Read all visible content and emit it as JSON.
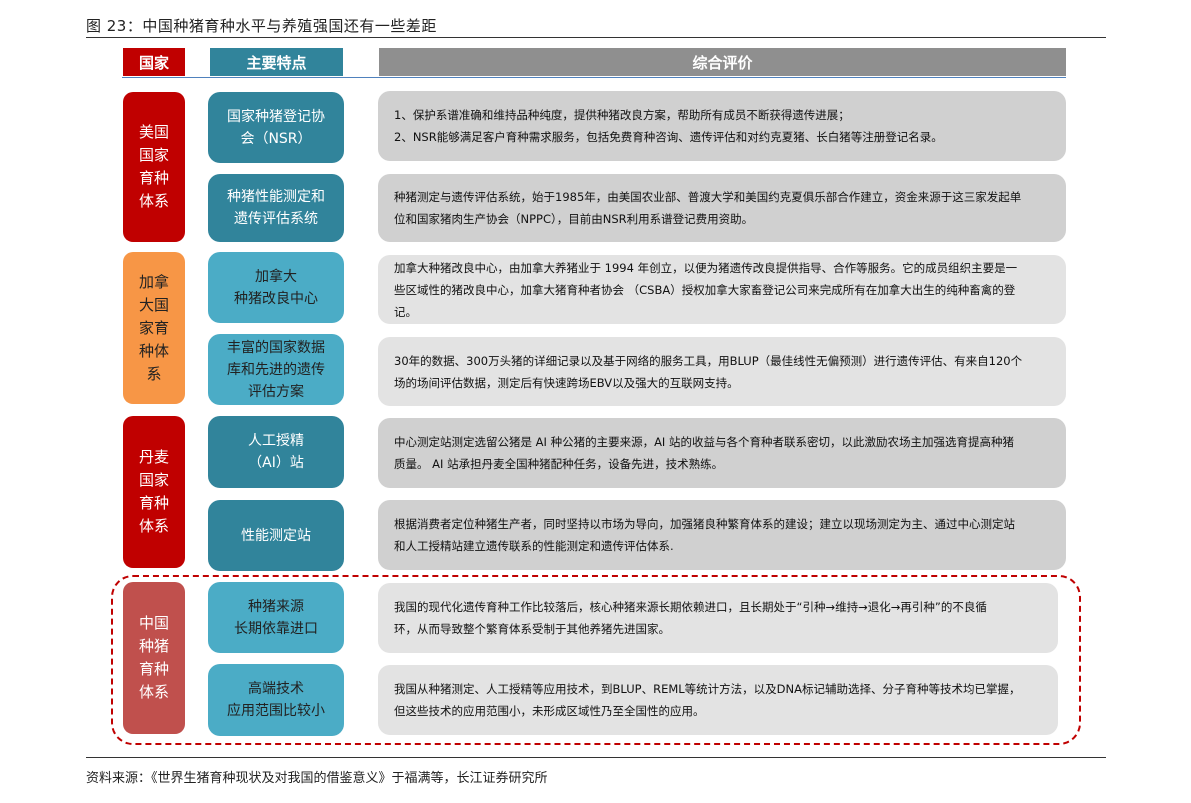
{
  "figure": {
    "title": "图 23：中国种猪育种水平与养殖强国还有一些差距"
  },
  "table": {
    "headers": {
      "country": "国家",
      "feature": "主要特点",
      "evaluation": "综合评价"
    },
    "colors": {
      "country_header": "#c00000",
      "feature_header": "#31849b",
      "evaluation_header": "#8f8f8f",
      "usa": "#c00000",
      "canada": "#f79646",
      "denmark": "#c00000",
      "china": "#c0504d",
      "feature_dark": "#31849b",
      "feature_light": "#4bacc6",
      "eval_dark": "#d0d0d0",
      "eval_light": "#e3e3e3",
      "highlight_border": "#c00000"
    },
    "groups": [
      {
        "country": "美国国家育种体系",
        "rows": [
          {
            "feature": "国家种猪登记协会（NSR）",
            "evaluation": [
              "1、保护系谱准确和维持品种纯度，提供种猪改良方案，帮助所有成员不断获得遗传进展；",
              "2、NSR能够满足客户育种需求服务，包括免费育种咨询、遗传评估和对约克夏猪、长白猪等注册登记名录。"
            ]
          },
          {
            "feature": "种猪性能测定和遗传评估系统",
            "evaluation": "种猪测定与遗传评估系统，始于1985年，由美国农业部、普渡大学和美国约克夏俱乐部合作建立，资金来源于这三家发起单位和国家猪肉生产协会（NPPC），目前由NSR利用系谱登记费用资助。"
          }
        ]
      },
      {
        "country": "加拿大国家育种体系",
        "rows": [
          {
            "feature": "加拿大种猪改良中心",
            "evaluation": "加拿大种猪改良中心，由加拿大养猪业于 1994 年创立，以便为猪遗传改良提供指导、合作等服务。它的成员组织主要是一些区域性的猪改良中心，加拿大猪育种者协会 （CSBA）授权加拿大家畜登记公司来完成所有在加拿大出生的纯种畜禽的登记。"
          },
          {
            "feature": "丰富的国家数据库和先进的遗传评估方案",
            "evaluation": "30年的数据、300万头猪的详细记录以及基于网络的服务工具，用BLUP（最佳线性无偏预测）进行遗传评估、有来自120个场的场间评估数据，测定后有快速跨场EBV以及强大的互联网支持。"
          }
        ]
      },
      {
        "country": "丹麦国家育种体系",
        "rows": [
          {
            "feature": "人工授精（AI）站",
            "evaluation": "中心测定站测定选留公猪是 AI 种公猪的主要来源，AI 站的收益与各个育种者联系密切，以此激励农场主加强选育提高种猪质量。 AI 站承担丹麦全国种猪配种任务，设备先进，技术熟练。"
          },
          {
            "feature": "性能测定站",
            "evaluation": "根据消费者定位种猪生产者，同时坚持以市场为导向，加强猪良种繁育体系的建设；建立以现场测定为主、通过中心测定站和人工授精站建立遗传联系的性能测定和遗传评估体系."
          }
        ]
      },
      {
        "country": "中国种猪育种体系",
        "rows": [
          {
            "feature": "种猪来源长期依靠进口",
            "evaluation": "我国的现代化遗传育种工作比较落后，核心种猪来源长期依赖进口，且长期处于“引种→维持→退化→再引种”的不良循环，从而导致整个繁育体系受制于其他养猪先进国家。"
          },
          {
            "feature": "高端技术应用范围比较小",
            "evaluation": "我国从种猪测定、人工授精等应用技术，到BLUP、REML等统计方法，以及DNA标记辅助选择、分子育种等技术均已掌握，但这些技术的应用范围小，未形成区域性乃至全国性的应用。"
          }
        ]
      }
    ],
    "country_lines": {
      "usa": [
        "美国",
        "国家",
        "育种",
        "体系"
      ],
      "canada": [
        "加拿",
        "大国",
        "家育",
        "种体",
        "系"
      ],
      "denmark": [
        "丹麦",
        "国家",
        "育种",
        "体系"
      ],
      "china": [
        "中国",
        "种猪",
        "育种",
        "体系"
      ]
    },
    "feature_lines": {
      "usa_1": [
        "国家种猪登记协",
        "会（NSR）"
      ],
      "usa_2": [
        "种猪性能测定和",
        "遗传评估系统"
      ],
      "canada_1": [
        "加拿大",
        "种猪改良中心"
      ],
      "canada_2": [
        "丰富的国家数据",
        "库和先进的遗传",
        "评估方案"
      ],
      "denmark_1": [
        "人工授精",
        "（AI）站"
      ],
      "denmark_2": [
        "性能测定站"
      ],
      "china_1": [
        "种猪来源",
        "长期依靠进口"
      ],
      "china_2": [
        "高端技术",
        "应用范围比较小"
      ]
    },
    "eval_lines": {
      "usa_2": [
        "种猪测定与遗传评估系统，始于1985年，由美国农业部、普渡大学和美国约克夏俱乐部合作建立，资金来源于这三家发起单",
        "位和国家猪肉生产协会（NPPC），目前由NSR利用系谱登记费用资助。"
      ],
      "canada_1": [
        "加拿大种猪改良中心，由加拿大养猪业于 1994 年创立，以便为猪遗传改良提供指导、合作等服务。它的成员组织主要是一",
        "些区域性的猪改良中心，加拿大猪育种者协会 （CSBA）授权加拿大家畜登记公司来完成所有在加拿大出生的纯种畜禽的登",
        "记。"
      ],
      "canada_2": [
        "30年的数据、300万头猪的详细记录以及基于网络的服务工具，用BLUP（最佳线性无偏预测）进行遗传评估、有来自120个",
        "场的场间评估数据，测定后有快速跨场EBV以及强大的互联网支持。"
      ],
      "denmark_1": [
        "中心测定站测定选留公猪是 AI 种公猪的主要来源，AI 站的收益与各个育种者联系密切，以此激励农场主加强选育提高种猪",
        "质量。 AI 站承担丹麦全国种猪配种任务，设备先进，技术熟练。"
      ],
      "denmark_2": [
        "根据消费者定位种猪生产者，同时坚持以市场为导向，加强猪良种繁育体系的建设；建立以现场测定为主、通过中心测定站",
        "和人工授精站建立遗传联系的性能测定和遗传评估体系."
      ],
      "china_1": [
        "我国的现代化遗传育种工作比较落后，核心种猪来源长期依赖进口，且长期处于“引种→维持→退化→再引种”的不良循",
        "环，从而导致整个繁育体系受制于其他养猪先进国家。"
      ],
      "china_2": [
        "我国从种猪测定、人工授精等应用技术，到BLUP、REML等统计方法，以及DNA标记辅助选择、分子育种等技术均已掌握，",
        "但这些技术的应用范围小，未形成区域性乃至全国性的应用。"
      ]
    }
  },
  "footer": {
    "source": "资料来源：《世界生猪育种现状及对我国的借鉴意义》于福满等，长江证券研究所"
  }
}
